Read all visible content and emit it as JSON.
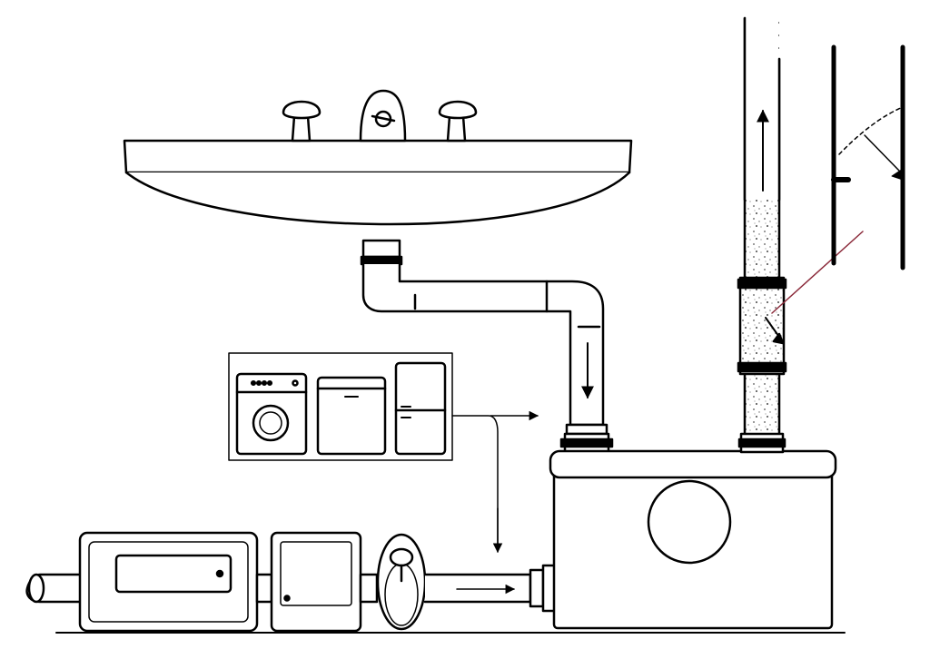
{
  "diagram": {
    "style": "black line drawing on white background",
    "components": [
      {
        "id": "sink",
        "label": ""
      },
      {
        "id": "faucet",
        "label": ""
      },
      {
        "id": "washing-machine",
        "label": ""
      },
      {
        "id": "dishwasher",
        "label": ""
      },
      {
        "id": "refrigerator",
        "label": ""
      },
      {
        "id": "bathtub",
        "label": ""
      },
      {
        "id": "shower-tray",
        "label": ""
      },
      {
        "id": "toilet",
        "label": ""
      },
      {
        "id": "pump-unit",
        "label": ""
      },
      {
        "id": "check-valve",
        "label": ""
      }
    ],
    "flow_arrows": [
      "down",
      "right",
      "down",
      "right",
      "up"
    ],
    "colors": {
      "line": "#000000",
      "background": "#ffffff",
      "callout": "#8b2a3a",
      "pipe_fill": "#ffffff",
      "speckle": "#555555"
    }
  }
}
